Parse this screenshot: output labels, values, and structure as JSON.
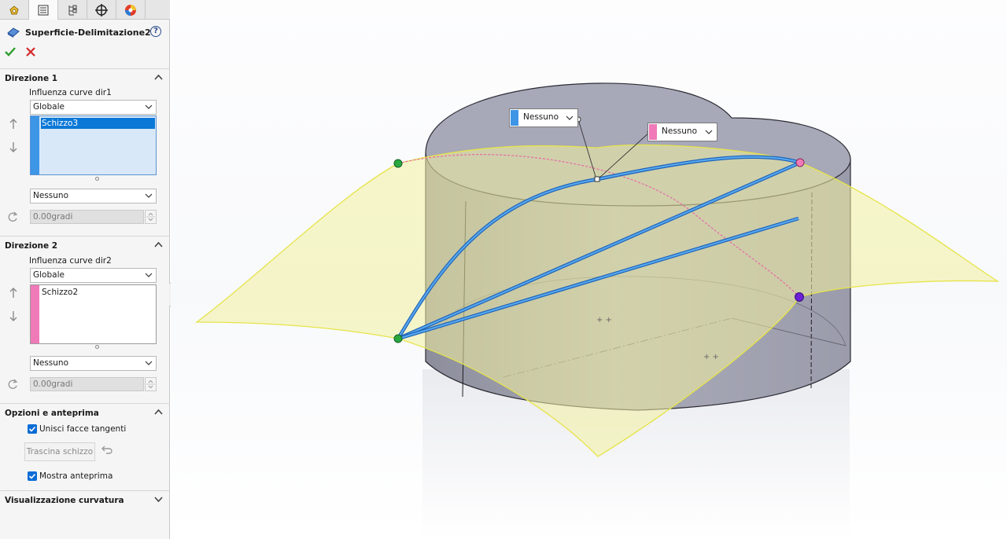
{
  "feature": {
    "title": "Superficie-Delimitazione2"
  },
  "tabs": [
    {
      "name": "feature-manager-tab",
      "icon": "feature-manager-icon"
    },
    {
      "name": "property-manager-tab",
      "icon": "property-manager-icon"
    },
    {
      "name": "configuration-manager-tab",
      "icon": "configuration-manager-icon"
    },
    {
      "name": "dimxpert-manager-tab",
      "icon": "dimxpert-icon"
    },
    {
      "name": "display-manager-tab",
      "icon": "display-manager-icon"
    }
  ],
  "direction1": {
    "title": "Direzione 1",
    "curve_influence_label": "Influenza curve dir1",
    "curve_influence_value": "Globale",
    "items": [
      "Schizzo3"
    ],
    "tangency_value": "Nessuno",
    "angle_value": "0.00gradi",
    "strip_color": "#3d95e6"
  },
  "direction2": {
    "title": "Direzione 2",
    "curve_influence_label": "Influenza curve dir2",
    "curve_influence_value": "Globale",
    "items": [
      "Schizzo2"
    ],
    "tangency_value": "Nessuno",
    "angle_value": "0.00gradi",
    "strip_color": "#f07ab8"
  },
  "options": {
    "title": "Opzioni e anteprima",
    "merge_tangent_faces": "Unisci facce tangenti",
    "drag_sketch": "Trascina schizzo",
    "show_preview": "Mostra anteprima"
  },
  "curvature": {
    "title": "Visualizzazione curvatura"
  },
  "viewport": {
    "callout_dir1": "Nessuno",
    "callout_dir2": "Nessuno"
  },
  "colors": {
    "accent_blue": "#0a78d7",
    "ok_green": "#2e9e2e",
    "cancel_red": "#d42a2a",
    "surface_yellow": "#f2f0a0",
    "curve_blue": "#3a8fe0"
  }
}
